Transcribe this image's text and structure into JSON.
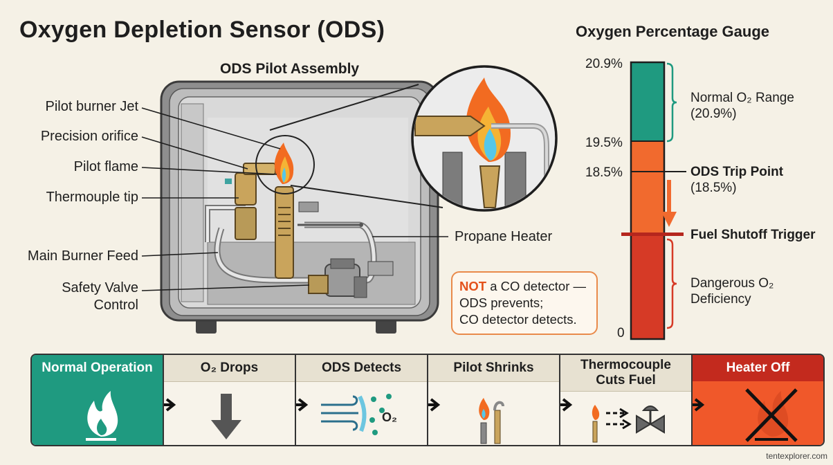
{
  "title": "Oxygen Depletion Sensor (ODS)",
  "assembly": {
    "title": "ODS Pilot Assembly",
    "callouts": [
      "Pilot burner Jet",
      "Precision orifice",
      "Pilot flame",
      "Thermouple tip",
      "Main Burner Feed",
      "Safety Valve",
      "Control"
    ],
    "heater_label": "Propane Heater"
  },
  "note": {
    "highlight": "NOT",
    "line1_rest": " a CO detector —",
    "line2": "ODS prevents;",
    "line3": "CO detector detects."
  },
  "gauge": {
    "title": "Oxygen Percentage Gauge",
    "ticks": [
      "20.9%",
      "19.5%",
      "18.5%",
      "0"
    ],
    "levels_percent": [
      20.9,
      19.5,
      18.5,
      0
    ],
    "normal_range": {
      "line1": "Normal O₂ Range",
      "line2": "(20.9%)"
    },
    "trip_point": {
      "line1": "ODS Trip Point",
      "line2": "(18.5%)"
    },
    "shutoff": "Fuel Shutoff Trigger",
    "danger": {
      "line1": "Dangerous O₂",
      "line2": "Deficiency"
    },
    "colors": {
      "normal": "#1f9a80",
      "trip": "#f16a2e",
      "danger": "#d63a26"
    }
  },
  "steps": [
    {
      "title": "Normal Operation",
      "icon": "flame-icon"
    },
    {
      "title": "O₂ Drops",
      "icon": "down-arrow-icon"
    },
    {
      "title": "ODS Detects",
      "icon": "air-flow-icon",
      "label": "O₂"
    },
    {
      "title": "Pilot Shrinks",
      "icon": "small-flame-icon"
    },
    {
      "title_line1": "Thermocouple",
      "title_line2": "Cuts Fuel",
      "icon": "valve-icon"
    },
    {
      "title": "Heater Off",
      "icon": "crossed-flame-icon"
    }
  ],
  "credit": "tentexplorer.com"
}
